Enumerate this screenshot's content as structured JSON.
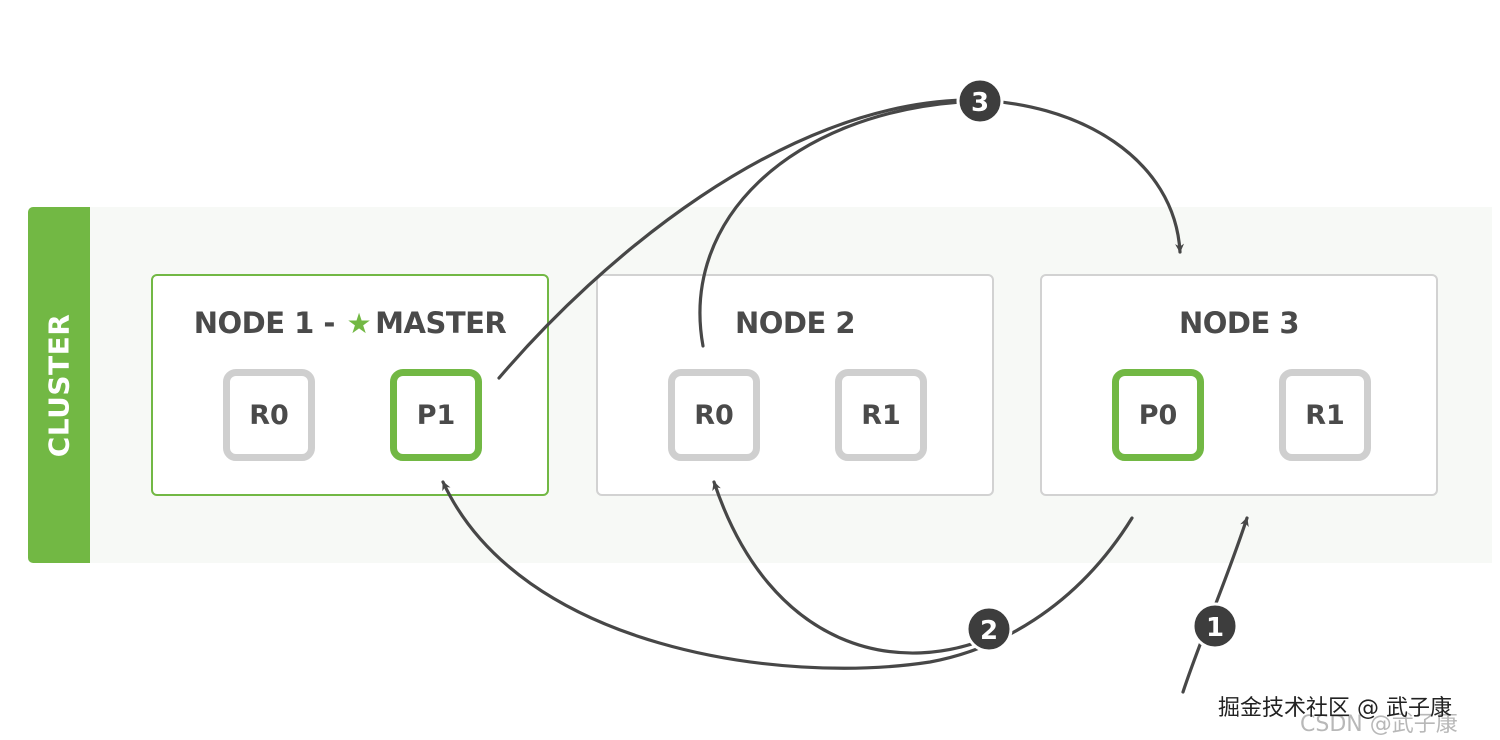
{
  "cluster": {
    "label": "CLUSTER",
    "accent_color": "#72b844"
  },
  "nodes": [
    {
      "title": "NODE 1 - ",
      "master_suffix": "MASTER",
      "master_icon": "star-icon",
      "shards": [
        {
          "label": "R0",
          "kind": "replica"
        },
        {
          "label": "P1",
          "kind": "primary"
        }
      ]
    },
    {
      "title": "NODE 2",
      "shards": [
        {
          "label": "R0",
          "kind": "replica"
        },
        {
          "label": "R1",
          "kind": "replica"
        }
      ]
    },
    {
      "title": "NODE 3",
      "shards": [
        {
          "label": "P0",
          "kind": "primary"
        },
        {
          "label": "R1",
          "kind": "replica"
        }
      ]
    }
  ],
  "steps": [
    "1",
    "2",
    "3"
  ],
  "colors": {
    "primary_border": "#72b844",
    "replica_border": "#cfcfcf",
    "arrow": "#474747",
    "text": "#4a4a4a"
  },
  "watermark": {
    "text": "掘金技术社区 @ 武子康",
    "faint_text": "CSDN @武子康"
  }
}
